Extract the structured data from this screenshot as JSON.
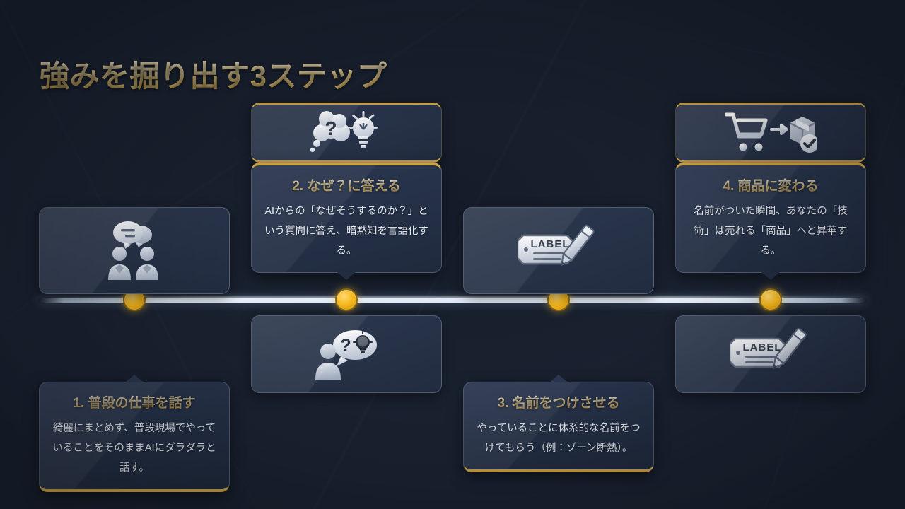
{
  "slide": {
    "title": "強みを掘り出す3ステップ",
    "background_color": "#1b2334",
    "accent_gold": "#cfa54e",
    "timeline_color": "#dfe8f6",
    "node_color": "#f5b91e"
  },
  "steps": [
    {
      "number": "1",
      "heading": "1. 普段の仕事を話す",
      "body": "綺麗にまとめず、普段現場でやっていることをそのままAIにダラダラと話す。",
      "icon": "two-people-chat-icon",
      "icon_position": "above",
      "text_position": "below"
    },
    {
      "number": "2",
      "heading": "2. なぜ？に答える",
      "body": "AIからの「なぜそうするのか？」という質問に答え、暗黙知を言語化する。",
      "icon": "thought-cloud-lightbulb-icon",
      "icon_position": "above",
      "text_position": "above",
      "lower_icon": "person-question-lightbulb-icon"
    },
    {
      "number": "3",
      "heading": "3. 名前をつけさせる",
      "body": "やっていることに体系的な名前をつけてもらう（例：ゾーン断熱）。",
      "icon": "label-tag-pencil-icon",
      "icon_position": "above",
      "text_position": "below"
    },
    {
      "number": "4",
      "heading": "4. 商品に変わる",
      "body": "名前がついた瞬間、あなたの「技術」は売れる「商品」へと昇華する。",
      "icon": "cart-to-box-icon",
      "icon_position": "above",
      "text_position": "above",
      "lower_icon": "label-tag-pencil-icon"
    }
  ],
  "timeline": {
    "node_labels": [
      "step-1-node",
      "step-2-node",
      "step-3-node",
      "step-4-node"
    ]
  }
}
